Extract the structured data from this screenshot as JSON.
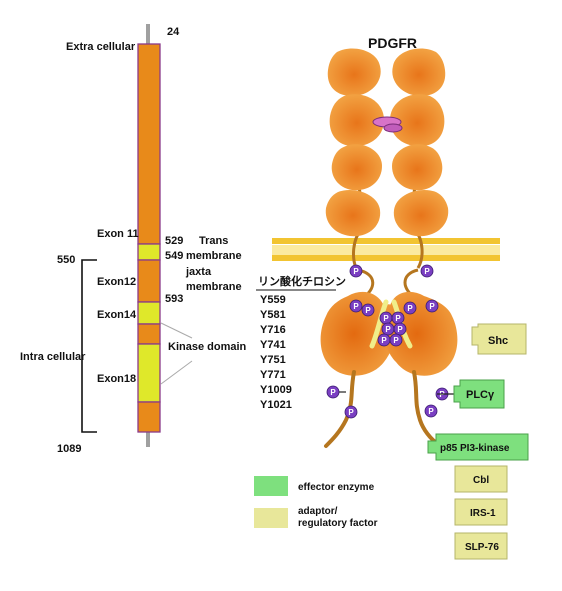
{
  "title": "PDGFR",
  "left_bar": {
    "top_number": "24",
    "extracellular_label": "Extra cellular",
    "intracellular_label": "Intra cellular",
    "pos_550": "550",
    "pos_1089": "1089",
    "pos_529": "529",
    "pos_549": "549",
    "pos_593": "593",
    "exon11": "Exon 11",
    "exon12": "Exon12",
    "exon14": "Exon14",
    "exon18": "Exon18",
    "trans_membrane_1": "Trans",
    "trans_membrane_2": "membrane",
    "juxta_membrane_1": "jaxta",
    "juxta_membrane_2": "membrane",
    "kinase_domain": "Kinase domain"
  },
  "phospho": {
    "heading": "リン酸化チロシン",
    "sites": [
      "Y559",
      "Y581",
      "Y716",
      "Y741",
      "Y751",
      "Y771",
      "Y1009",
      "Y1021"
    ],
    "p_label": "P"
  },
  "effectors": [
    {
      "label": "Shc",
      "kind": "adaptor"
    },
    {
      "label": "PLCγ",
      "kind": "enzyme"
    },
    {
      "label": "p85 PI3-kinase",
      "kind": "enzyme"
    },
    {
      "label": "Cbl",
      "kind": "adaptor"
    },
    {
      "label": "IRS-1",
      "kind": "adaptor"
    },
    {
      "label": "SLP-76",
      "kind": "adaptor"
    }
  ],
  "legend": [
    {
      "label": "effector enzyme",
      "color": "#7ee07e"
    },
    {
      "label_1": "adaptor/",
      "label_2": "regulatory factor",
      "color": "#e8e79a"
    }
  ],
  "colors": {
    "orange": "#e88a1a",
    "orange_light": "#f5b04a",
    "bar_border": "#8a3a8a",
    "yellow_segment": "#dfe82a",
    "membrane": "#f2c431",
    "phospho_fill": "#7a3fc2",
    "enzyme_green": "#7ee07e",
    "adaptor_yellow": "#e8e79a"
  }
}
